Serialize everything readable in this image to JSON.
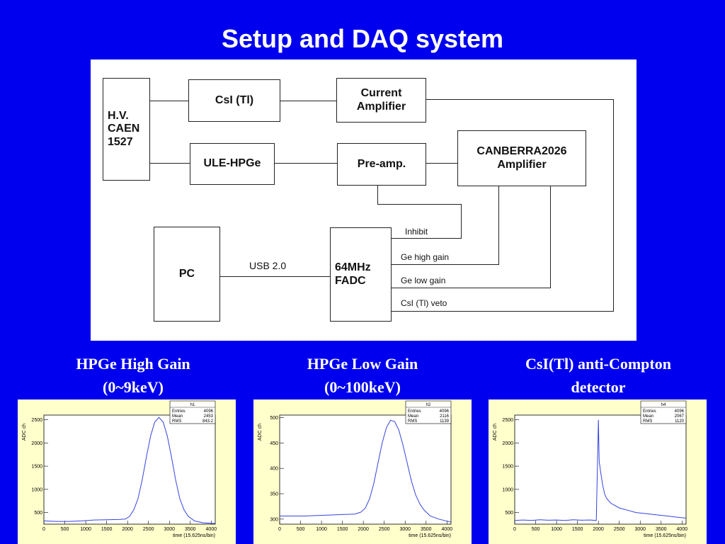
{
  "title": "Setup and DAQ system",
  "diagram": {
    "blocks": {
      "hv": "H.V.\nCAEN\n1527",
      "csi": "CsI (Tl)",
      "current_amp": "Current\nAmplifier",
      "ule_hpge": "ULE-HPGe",
      "preamp": "Pre-amp.",
      "canberra": "CANBERRA2026\nAmplifier",
      "pc": "PC",
      "fadc": "64MHz\nFADC"
    },
    "link_label": "USB 2.0",
    "signals": [
      "Inhibit",
      "Ge high gain",
      "Ge low gain",
      "CsI (Tl) veto"
    ]
  },
  "captions": [
    "HPGe High Gain\n(0~9keV)",
    "HPGe Low Gain\n(0~100keV)",
    "CsI(Tl) anti-Compton\ndetector"
  ],
  "chart_data": [
    {
      "type": "line",
      "histogram_name": "h1",
      "stats": {
        "Entries": "4096",
        "Mean": "2453",
        "RMS": "843.2"
      },
      "xlabel": "time (15.625ns/bin)",
      "ylabel": "ADC ch",
      "xlim": [
        0,
        4096
      ],
      "ylim": [
        250,
        2600
      ],
      "xticks": [
        0,
        500,
        1000,
        1500,
        2000,
        2500,
        3000,
        3500,
        4000
      ],
      "yticks": [
        500,
        1000,
        1500,
        2000,
        2500
      ],
      "color": "#3344dd",
      "x": [
        0,
        300,
        600,
        900,
        1200,
        1500,
        1800,
        1950,
        2050,
        2150,
        2250,
        2350,
        2450,
        2550,
        2650,
        2750,
        2850,
        2950,
        3050,
        3150,
        3250,
        3350,
        3450,
        3600,
        3800,
        4000,
        4096
      ],
      "y": [
        320,
        310,
        310,
        320,
        340,
        345,
        350,
        360,
        420,
        560,
        800,
        1200,
        1700,
        2150,
        2450,
        2550,
        2450,
        2150,
        1700,
        1200,
        800,
        560,
        420,
        320,
        280,
        270,
        265
      ]
    },
    {
      "type": "line",
      "histogram_name": "h2",
      "stats": {
        "Entries": "4096",
        "Mean": "2116",
        "RMS": "1139"
      },
      "xlabel": "time (15.625ns/bin)",
      "ylabel": "ADC ch",
      "xlim": [
        0,
        4096
      ],
      "ylim": [
        290,
        505
      ],
      "xticks": [
        0,
        500,
        1000,
        1500,
        2000,
        2500,
        3000,
        3500,
        4000
      ],
      "yticks": [
        300,
        350,
        400,
        450,
        500
      ],
      "color": "#3344dd",
      "x": [
        0,
        300,
        600,
        900,
        1200,
        1500,
        1800,
        1950,
        2050,
        2150,
        2250,
        2350,
        2450,
        2550,
        2650,
        2750,
        2850,
        2950,
        3050,
        3150,
        3250,
        3350,
        3450,
        3600,
        3800,
        4000,
        4096
      ],
      "y": [
        306,
        306,
        306,
        307,
        308,
        309,
        310,
        314,
        322,
        340,
        370,
        410,
        450,
        480,
        495,
        492,
        475,
        445,
        410,
        375,
        348,
        330,
        318,
        306,
        300,
        296,
        294
      ]
    },
    {
      "type": "line",
      "histogram_name": "h4",
      "stats": {
        "Entries": "4096",
        "Mean": "2067",
        "RMS": "1120"
      },
      "xlabel": "time (15.625ns/bin)",
      "ylabel": "ADC ch",
      "xlim": [
        0,
        4096
      ],
      "ylim": [
        250,
        2600
      ],
      "xticks": [
        0,
        500,
        1000,
        1500,
        2000,
        2500,
        3000,
        3500,
        4000
      ],
      "yticks": [
        500,
        1000,
        1500,
        2000,
        2500
      ],
      "color": "#3344dd",
      "x": [
        0,
        200,
        400,
        600,
        800,
        1000,
        1200,
        1400,
        1600,
        1800,
        1950,
        2000,
        2020,
        2050,
        2100,
        2150,
        2200,
        2300,
        2400,
        2500,
        2700,
        2900,
        3100,
        3300,
        3500,
        3700,
        3900,
        4096
      ],
      "y": [
        330,
        340,
        330,
        345,
        335,
        340,
        330,
        345,
        335,
        340,
        330,
        2500,
        1600,
        1400,
        1100,
        900,
        800,
        700,
        650,
        600,
        550,
        500,
        480,
        460,
        440,
        420,
        400,
        380
      ]
    }
  ]
}
